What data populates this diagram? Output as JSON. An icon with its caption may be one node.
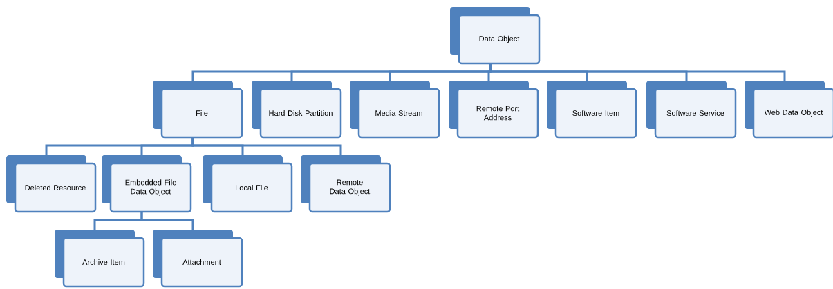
{
  "diagram": {
    "nodes": [
      {
        "text": [
          "Data Object"
        ]
      },
      {
        "text": [
          "File"
        ]
      },
      {
        "text": [
          "Hard Disk Partition"
        ]
      },
      {
        "text": [
          "Media Stream"
        ]
      },
      {
        "text": [
          "Remote Port Address"
        ]
      },
      {
        "text": [
          "Software Item"
        ]
      },
      {
        "text": [
          "Software Service"
        ]
      },
      {
        "text": [
          "Web Data Object"
        ]
      },
      {
        "text": [
          "Deleted Resource"
        ]
      },
      {
        "text": [
          "Embedded File Data Object"
        ]
      },
      {
        "text": [
          "Local File"
        ]
      },
      {
        "text": [
          "Remote Data Object"
        ]
      },
      {
        "text": [
          "Archive Item"
        ]
      },
      {
        "text": [
          "Attachment"
        ]
      }
    ],
    "edges": [
      {
        "from": 0,
        "to": 1,
        "arrow": "none"
      },
      {
        "from": 0,
        "to": 2,
        "arrow": "none"
      },
      {
        "from": 0,
        "to": 3,
        "arrow": "none"
      },
      {
        "from": 0,
        "to": 4,
        "arrow": "none"
      },
      {
        "from": 0,
        "to": 5,
        "arrow": "none"
      },
      {
        "from": 0,
        "to": 6,
        "arrow": "none"
      },
      {
        "from": 0,
        "to": 7,
        "arrow": "none"
      },
      {
        "from": 1,
        "to": 8,
        "arrow": "none"
      },
      {
        "from": 1,
        "to": 9,
        "arrow": "none"
      },
      {
        "from": 1,
        "to": 10,
        "arrow": "none"
      },
      {
        "from": 1,
        "to": 11,
        "arrow": "none"
      },
      {
        "from": 9,
        "to": 12,
        "arrow": "none"
      },
      {
        "from": 9,
        "to": 13,
        "arrow": "none"
      }
    ]
  }
}
